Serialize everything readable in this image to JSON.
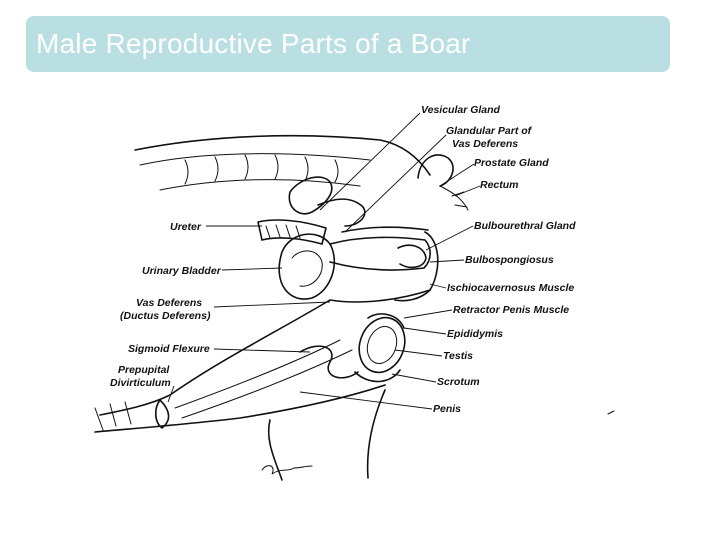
{
  "title": "Male Reproductive Parts of a Boar",
  "colors": {
    "title_bar": "#b9dfe3",
    "title_text": "#ffffff",
    "ink": "#111111"
  },
  "labels": {
    "vesicular_gland": "Vesicular Gland",
    "glandular_vas_1": "Glandular Part of",
    "glandular_vas_2": "Vas Deferens",
    "prostate_gland": "Prostate Gland",
    "rectum": "Rectum",
    "ureter": "Ureter",
    "bulbourethral_gland": "Bulbourethral Gland",
    "bulbospongiosus": "Bulbospongiosus",
    "urinary_bladder": "Urinary Bladder",
    "ischiocavernosus": "Ischiocavernosus Muscle",
    "vas_deferens_1": "Vas Deferens",
    "vas_deferens_2": "(Ductus Deferens)",
    "retractor_penis": "Retractor Penis Muscle",
    "epididymis": "Epididymis",
    "sigmoid_flexure": "Sigmoid Flexure",
    "testis": "Testis",
    "prepupital_1": "Prepupital",
    "prepupital_2": "Divirticulum",
    "scrotum": "Scrotum",
    "penis": "Penis"
  }
}
